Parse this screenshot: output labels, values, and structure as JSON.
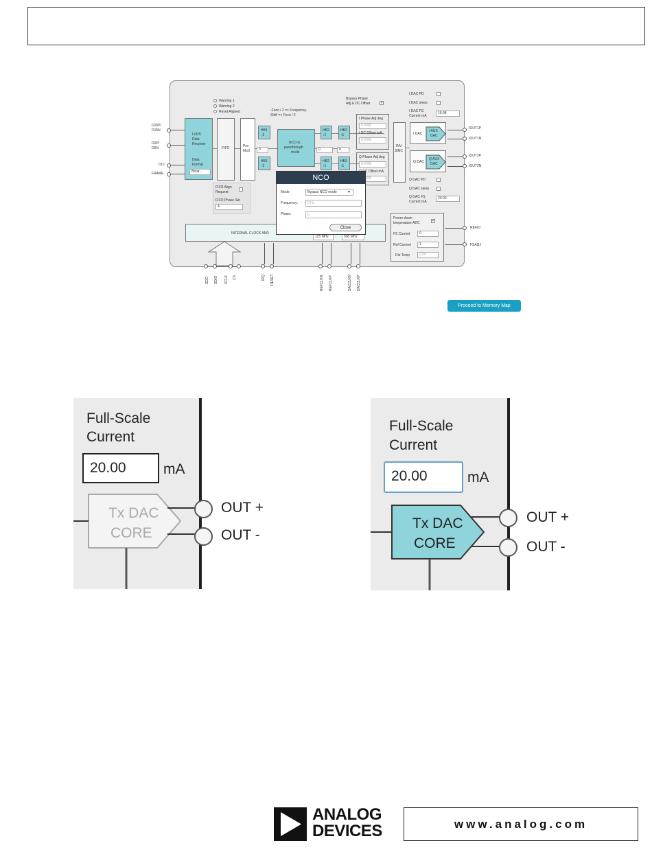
{
  "ui": {
    "bypass_phase": [
      "Bypass Phase",
      "Adj & DC Offset"
    ],
    "idac_pd": "I DAC PD",
    "idac_sleep": "I DAC sleep",
    "idac_fs": [
      "I DAC FS",
      "Current mA"
    ],
    "idac_fs_value": "19.98",
    "qdac_pd": "Q DAC PD",
    "qdac_sleep": "Q DAC sleep",
    "qdac_fs": [
      "Q DAC FS",
      "Current mA"
    ],
    "qdac_fs_value": "20.00",
    "warnings": [
      "Warning 1",
      "Warning 2",
      "Reset Aligned"
    ],
    "shift_note": [
      "-Fnco / 2 =< Frequency-",
      "Shift =< Fnco / 2"
    ],
    "lvds": [
      "LVDS",
      "Data",
      "Receiver"
    ],
    "data_format": [
      "Data",
      "Format"
    ],
    "data_format_value": "Binar...",
    "fifo": "FIFO",
    "premod": [
      "Pre-",
      "Mod"
    ],
    "hb1": "HB1",
    "hb1_rate": "↑2",
    "hb2": "HB2",
    "hb2_rate": "↑1",
    "hb3": "HB3",
    "hb3_rate": "↑1",
    "nco_block": [
      "NCO in",
      "passthrough",
      "mode"
    ],
    "spin_zero": "0",
    "i_phase_adj": "I Phase Adj deg",
    "i_phase_val": "0.0000",
    "i_dc_offset": "I DC Offset mA",
    "i_dc_val": "0.0000",
    "q_phase_adj": "Q Phase Adj deg",
    "q_phase_val": "0.0000",
    "q_dc_offset": "Q DC Offset mA",
    "q_dc_val": "0.0000",
    "inv_sinc": [
      "INV",
      "SINC"
    ],
    "i_dac": "I DAC",
    "i_aux": [
      "I AUX",
      "DAC"
    ],
    "q_dac": "Q DAC",
    "q_aux": [
      "Q AUX",
      "DAC"
    ],
    "pins_left": [
      "D15P/",
      "D15N",
      "D0P/",
      "D0N",
      "DCI",
      "FRAME"
    ],
    "pins_right": [
      "IOUT1P",
      "IOUT1N",
      "IOUT2P",
      "IOUT2N",
      "REFIO",
      "FSADJ"
    ],
    "fifo_align": [
      "FIFO Align",
      "Request"
    ],
    "fifo_phase": "FIFO Phase Set",
    "fifo_phase_value": "4",
    "clock_label": "INTERNAL CLOCK AND",
    "clock_in_value": "125 MHz",
    "clock_out_value": "500 MHz",
    "temp_pd": [
      "Power down",
      "temperature ADC"
    ],
    "fs_current": "FS Current",
    "fs_current_value": "0",
    "ref_current": "Ref Current",
    "ref_current_value": "1",
    "die_temp": "Die Temp",
    "die_temp_value": "0.00",
    "bottom_pins": [
      "SDO",
      "SDIO",
      "SCLK",
      "CS",
      "IRQ",
      "RESET",
      "REFCLKN",
      "REFCLKP",
      "DACCLKN",
      "DACCLKP"
    ]
  },
  "nco": {
    "title": "NCO",
    "mode_label": "Mode:",
    "mode_value": "Bypass NCO mode",
    "freq_label": "Frequency:",
    "freq_value": "0 Hz",
    "phase_label": "Phase:",
    "phase_value": "0",
    "close_label": "Close"
  },
  "proceed_label": "Proceed to Memory Map",
  "zoom": {
    "title_line1": "Full-Scale",
    "title_line2": "Current",
    "value": "20.00",
    "unit": "mA",
    "core_line1": "Tx DAC",
    "core_line2": "CORE",
    "out_plus": "OUT +",
    "out_minus": "OUT -"
  },
  "logo": {
    "line1": "ANALOG",
    "line2": "DEVICES"
  },
  "url": "www.analog.com"
}
